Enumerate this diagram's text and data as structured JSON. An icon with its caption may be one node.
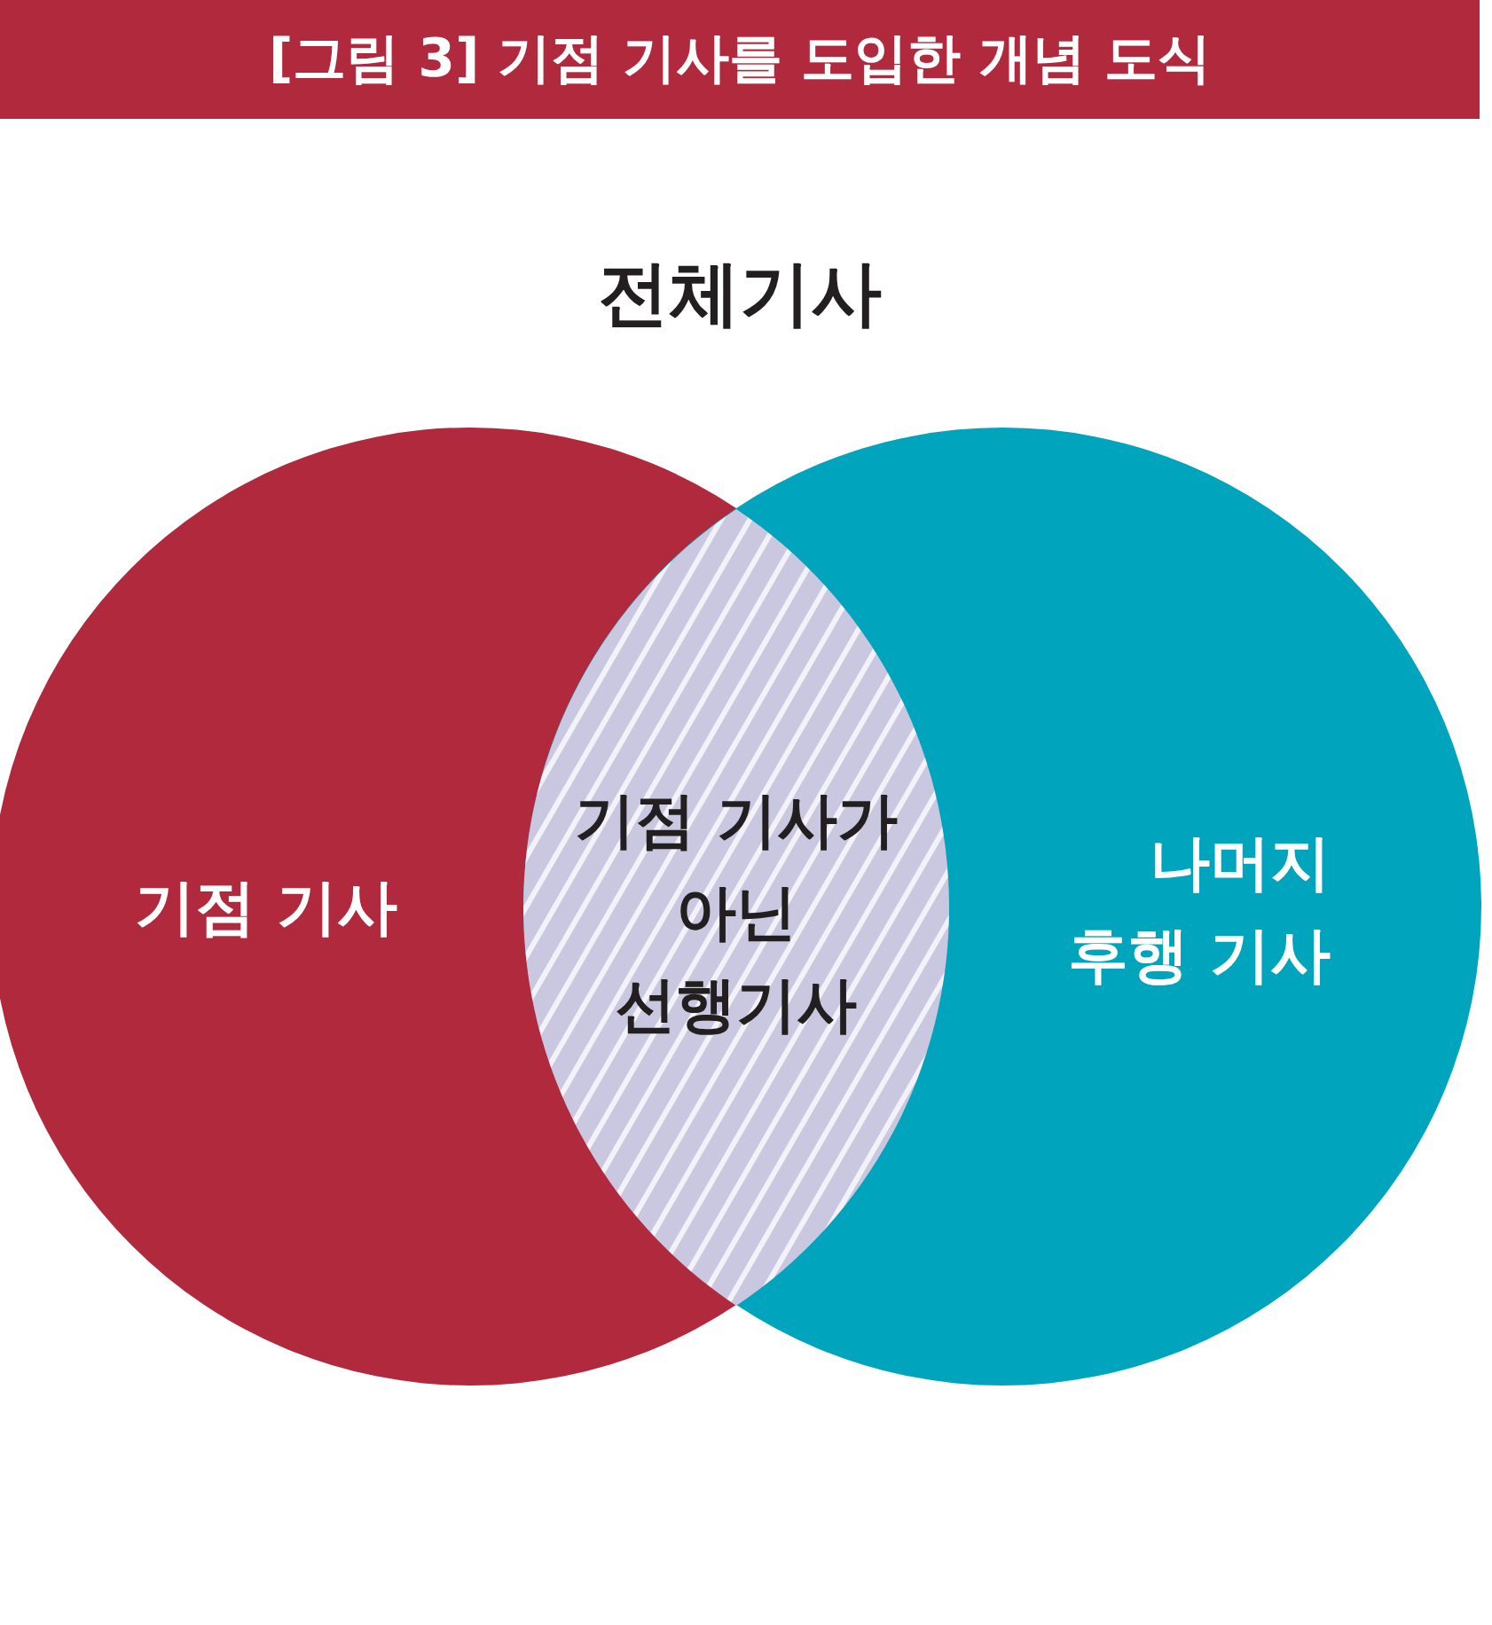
{
  "diagram": {
    "title": "[그림 3] 기점 기사를 도입한 개념 도식",
    "nodes": [
      {
        "text": [
          "기점 기사"
        ]
      },
      {
        "text": [
          "나머지 후행 기사"
        ]
      },
      {
        "text": [
          "기점 기사가 아닌 선행기사"
        ]
      }
    ],
    "labels": [
      "전체기사"
    ]
  }
}
